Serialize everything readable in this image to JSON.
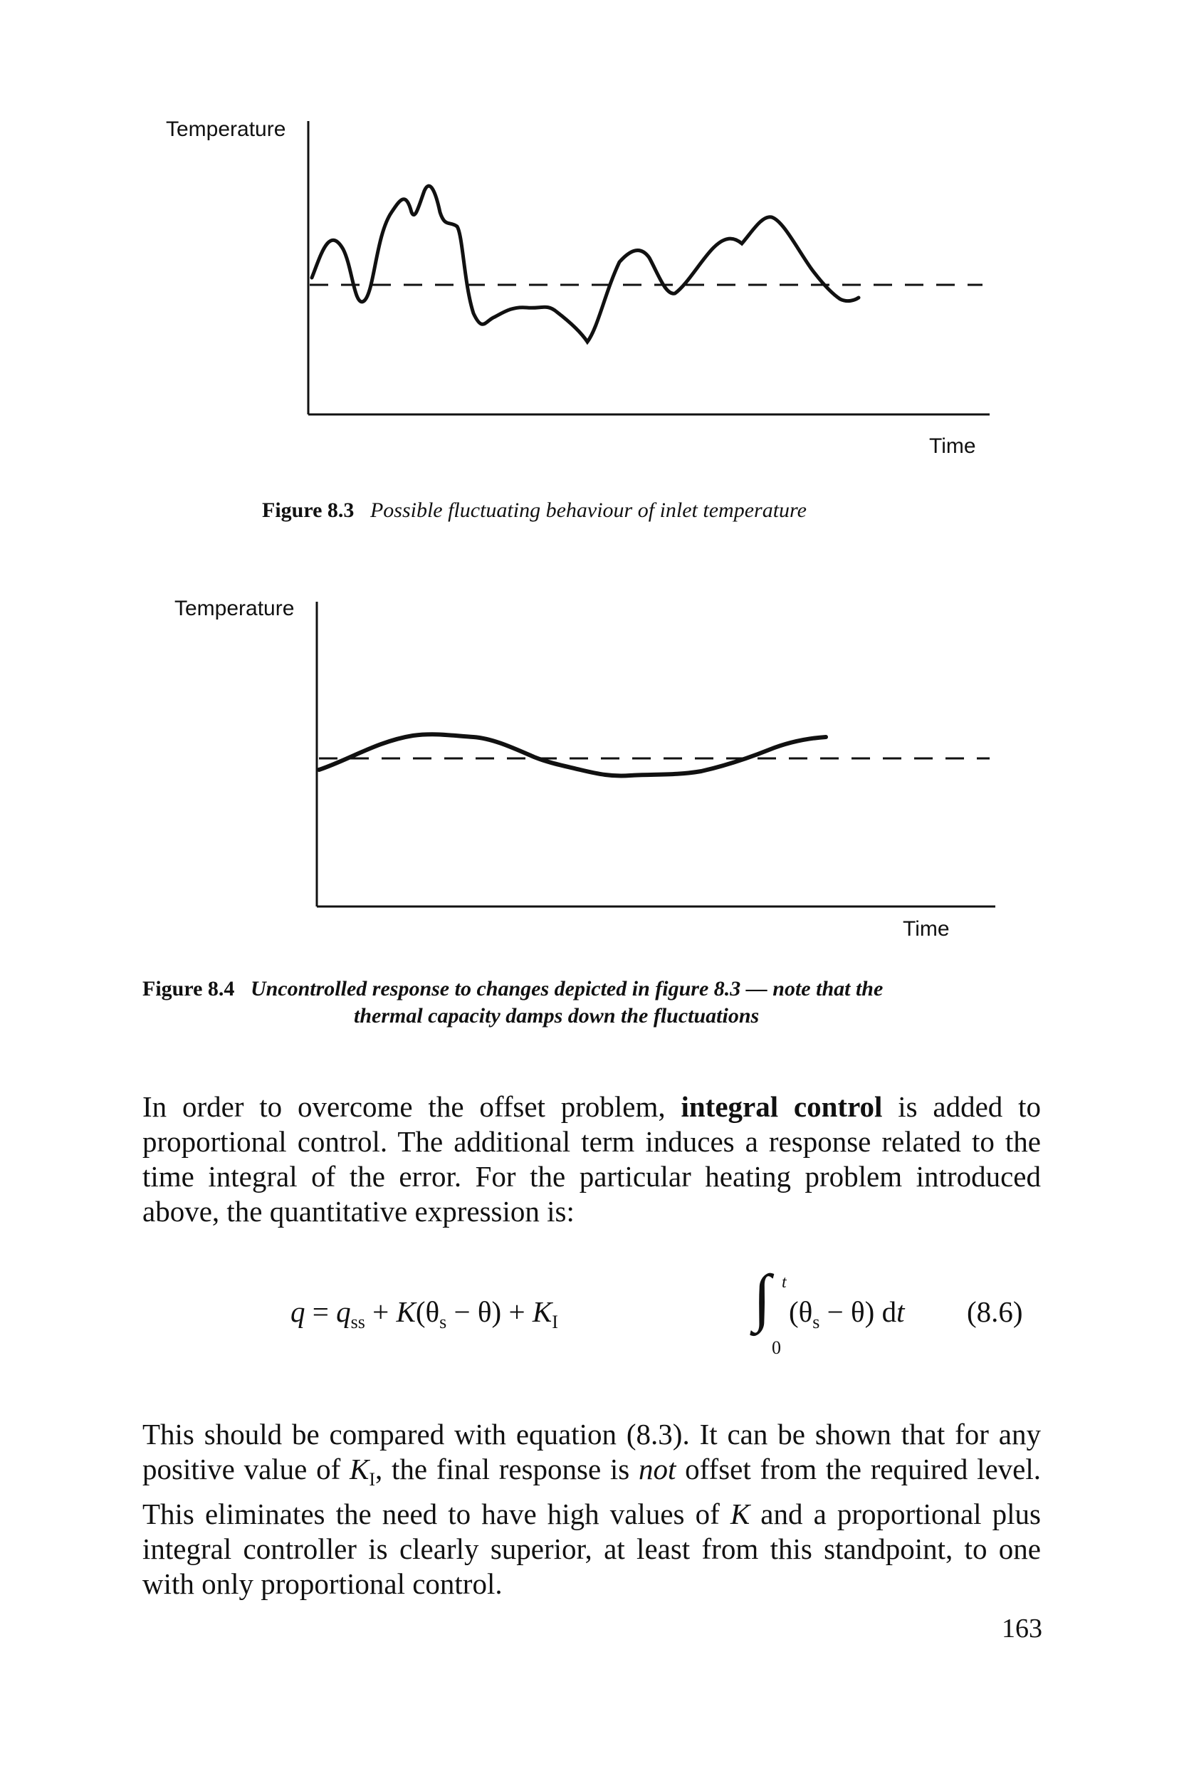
{
  "figure_8_3": {
    "y_label": "Temperature",
    "x_label": "Time",
    "number": "Figure 8.3",
    "caption": "Possible fluctuating behaviour of inlet temperature"
  },
  "figure_8_4": {
    "y_label": "Temperature",
    "x_label": "Time",
    "number": "Figure 8.4",
    "caption_line1": "Uncontrolled response to changes depicted in figure 8.3 — note that the",
    "caption_line2": "thermal capacity damps down the fluctuations"
  },
  "paragraph1": {
    "before": "In order to overcome the offset problem, ",
    "bold": "integral control",
    "after": " is added to proportional control. The additional term induces a response related to the time integral of the error. For the particular heating problem introduced above, the quantitative expression is:"
  },
  "equation": {
    "lhs": "q",
    "equals": " = ",
    "q": "q",
    "ss": "ss",
    "plus1": " + ",
    "K": "K",
    "paren1_open": "(θ",
    "s": "s",
    "paren1_close": " − θ)",
    "plus2": " + ",
    "K_I": "K",
    "I": "I",
    "integral": "∫",
    "upper": "t",
    "lower": "0",
    "paren2_open": "(θ",
    "s2": "s",
    "paren2_close": " − θ) d",
    "dt": "t",
    "label": "(8.6)"
  },
  "paragraph2": {
    "t1": "This should be compared with equation (8.3). It can be shown that for any positive value of ",
    "k": "K",
    "ksub": "I",
    "t2": ", the final response is ",
    "not": "not",
    "t3": " offset from the required level. This eliminates the need to have high values of ",
    "k2": "K",
    "t4": " and a proportional plus integral controller is clearly superior, at least from this standpoint, to one with only proportional control."
  },
  "page_number": "163"
}
